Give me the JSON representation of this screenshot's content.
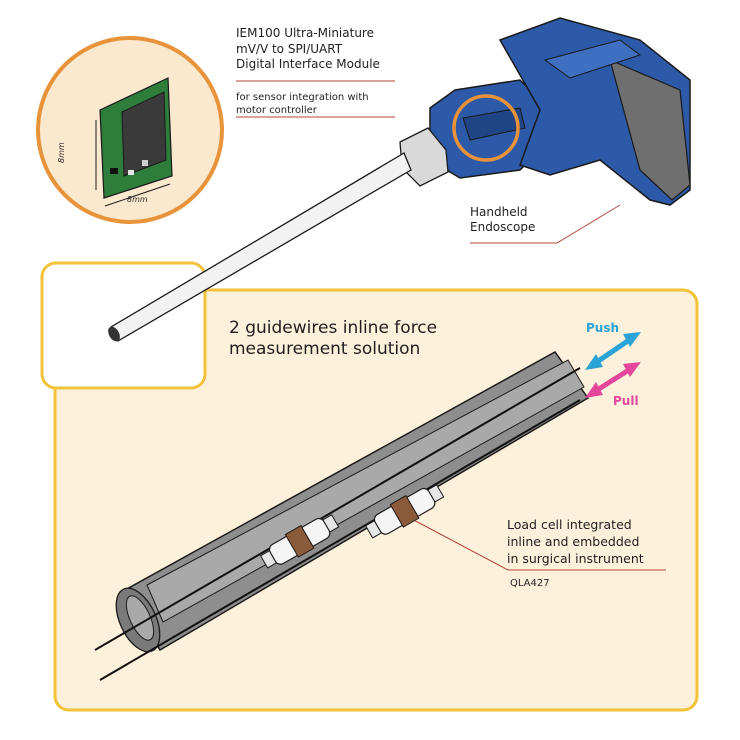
{
  "module": {
    "title_lines": [
      "IEM100 Ultra-Miniature",
      "mV/V to SPI/UART",
      "Digital Interface Module"
    ],
    "subtitle_lines": [
      "for sensor integration with",
      "motor controller"
    ],
    "dimension_vertical": "8mm",
    "dimension_horizontal": "8mm"
  },
  "endoscope": {
    "label_lines": [
      "Handheld",
      "Endoscope"
    ]
  },
  "solution": {
    "title_lines": [
      "2 guidewires inline force",
      "measurement solution"
    ],
    "push_label": "Push",
    "pull_label": "Pull",
    "loadcell_lines": [
      "Load cell integrated",
      "inline and embedded",
      "in surgical instrument"
    ],
    "part_number": "QLA427"
  },
  "colors": {
    "frame_yellow": "#f2c23a",
    "callout_orange": "#e8923a",
    "callout_fill": "#fbe9cf",
    "panel_fill": "#fdf1dc",
    "endoscope_blue": "#2d5aa8",
    "endoscope_grey": "#6f6f6f",
    "tube_grey": "#8e8e8e",
    "pcb_green": "#2e7d3a",
    "leader_red": "#b5443a",
    "push_cyan": "#2aa3d6",
    "pull_pink": "#e4469b"
  }
}
